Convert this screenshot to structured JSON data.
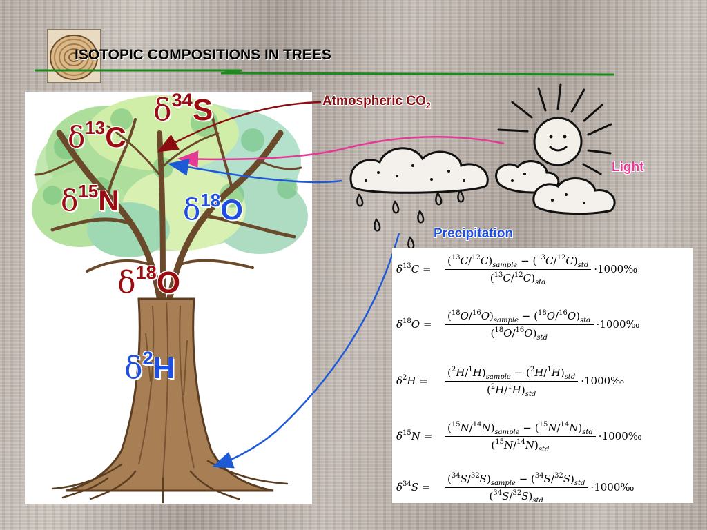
{
  "slide": {
    "title": "ISOTOPIC COMPOSITIONS IN TREES",
    "colors": {
      "title_line": "#1d8a1d",
      "dark_red": "#8b0d12",
      "blue": "#1f5ad6",
      "pink": "#e43a96",
      "tree_blue_arrow": "#2a6ad8"
    }
  },
  "isotopes": {
    "s34": {
      "symbol": "δ",
      "mass": "34",
      "element": "S",
      "color": "#9b0c10"
    },
    "c13": {
      "symbol": "δ",
      "mass": "13",
      "element": "C",
      "color": "#9b0c10"
    },
    "n15": {
      "symbol": "δ",
      "mass": "15",
      "element": "N",
      "color": "#9b0c10"
    },
    "o18_leaf": {
      "symbol": "δ",
      "mass": "18",
      "element": "O",
      "color": "#1f4fe0"
    },
    "o18_trunk": {
      "symbol": "δ",
      "mass": "18",
      "element": "O",
      "color": "#9b0c10"
    },
    "h2": {
      "symbol": "δ",
      "mass": "2",
      "element": "H",
      "color": "#1f4fe0"
    }
  },
  "sources": {
    "atmospheric_co2": {
      "text": "Atmospheric CO",
      "subscript": "2",
      "color": "#8b0d12"
    },
    "light": {
      "text": "Light",
      "color": "#e43a96"
    },
    "precipitation": {
      "text": "Precipitation",
      "color": "#1f4fe0"
    }
  },
  "equations": [
    {
      "lhs_sym": "C",
      "lhs_mass": "13",
      "heavy_mass": "13",
      "heavy": "C",
      "light_mass": "12",
      "light": "C",
      "factor": "·1000‰"
    },
    {
      "lhs_sym": "O",
      "lhs_mass": "18",
      "heavy_mass": "18",
      "heavy": "O",
      "light_mass": "16",
      "light": "O",
      "factor": "·1000‰"
    },
    {
      "lhs_sym": "H",
      "lhs_mass": "2",
      "heavy_mass": "2",
      "heavy": "H",
      "light_mass": "1",
      "light": "H",
      "factor": "·1000‰"
    },
    {
      "lhs_sym": "N",
      "lhs_mass": "15",
      "heavy_mass": "15",
      "heavy": "N",
      "light_mass": "14",
      "light": "N",
      "factor": "·1000‰"
    },
    {
      "lhs_sym": "S",
      "lhs_mass": "34",
      "heavy_mass": "34",
      "heavy": "S",
      "light_mass": "32",
      "light": "S",
      "factor": "·1000‰"
    }
  ],
  "equation_parts": {
    "delta": "δ",
    "equals": "=",
    "sample": "sample",
    "std": "std",
    "open": "(",
    "close": ")",
    "minus": "−",
    "slash": "/"
  }
}
